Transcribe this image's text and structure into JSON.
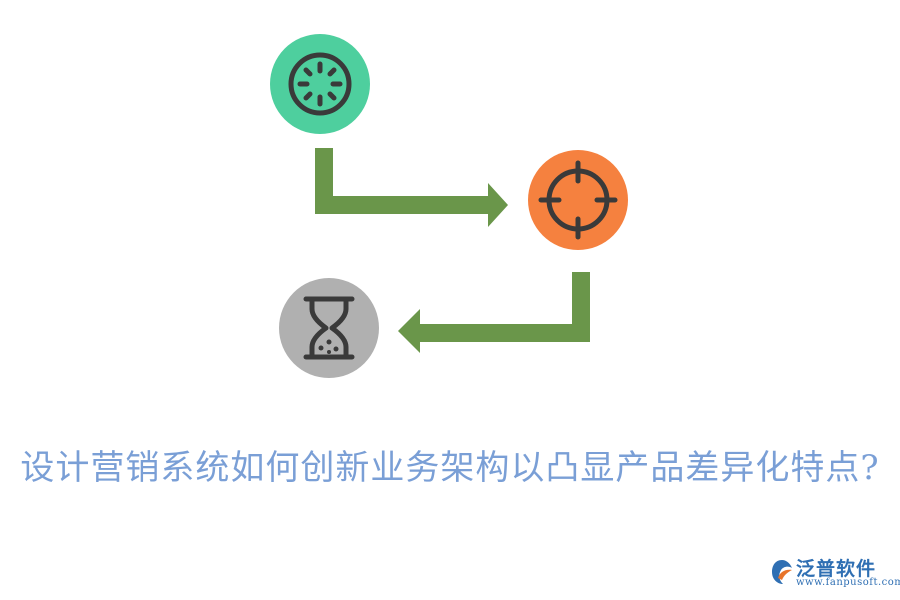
{
  "colors": {
    "green_circle": "#4ecf9e",
    "orange_circle": "#f5813f",
    "gray_circle": "#b0b0b0",
    "arrow": "#6a964a",
    "icon_stroke": "#3a3a3a",
    "title": "#7a9fd6",
    "brand": "#2f6fb3"
  },
  "nodes": [
    {
      "name": "green-node",
      "icon": "loading-spinner-icon",
      "color": "#4ecf9e"
    },
    {
      "name": "orange-node",
      "icon": "crosshair-target-icon",
      "color": "#f5813f"
    },
    {
      "name": "gray-node",
      "icon": "hourglass-icon",
      "color": "#b0b0b0"
    }
  ],
  "title": "设计营销系统如何创新业务架构以凸显产品差异化特点?",
  "brand": {
    "name": "泛普软件",
    "url": "www.fanpusoft.com",
    "logo_icon": "fanpu-logo-icon"
  }
}
